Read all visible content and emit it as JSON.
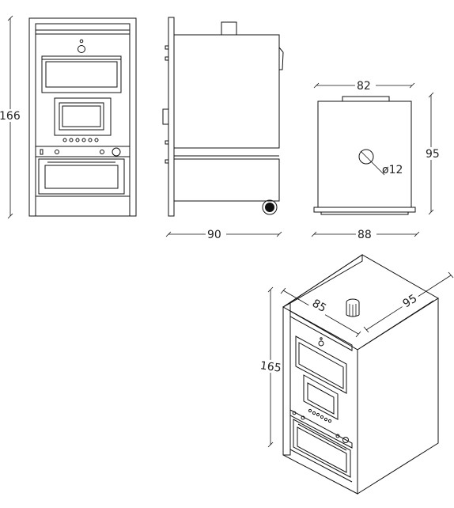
{
  "dimensions": {
    "front_height": "166",
    "side_depth": "90",
    "top_width": "82",
    "top_depth": "95",
    "top_bottom_width": "88",
    "flue_diameter": "ø12",
    "iso_width": "85",
    "iso_depth": "95",
    "iso_height": "165"
  },
  "colors": {
    "line": "#111111",
    "background": "#ffffff"
  }
}
